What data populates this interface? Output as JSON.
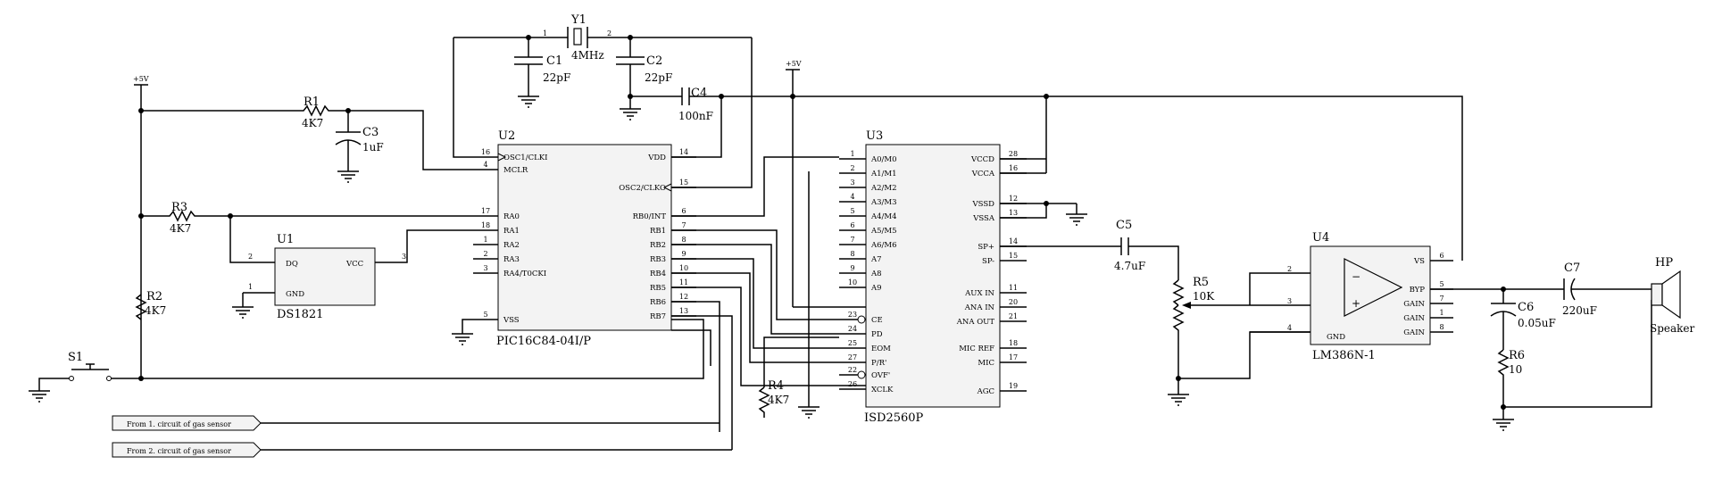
{
  "u2": {
    "ref": "U2",
    "part": "PIC16C84-04I/P",
    "pins_left": [
      {
        "num": "16",
        "name": "OSC1/CLKI"
      },
      {
        "num": "4",
        "name": "MCLR"
      },
      {
        "num": "17",
        "name": "RA0"
      },
      {
        "num": "18",
        "name": "RA1"
      },
      {
        "num": "1",
        "name": "RA2"
      },
      {
        "num": "2",
        "name": "RA3"
      },
      {
        "num": "3",
        "name": "RA4/T0CKI"
      },
      {
        "num": "5",
        "name": "VSS"
      }
    ],
    "pins_right": [
      {
        "num": "14",
        "name": "VDD"
      },
      {
        "num": "15",
        "name": "OSC2/CLKO"
      },
      {
        "num": "6",
        "name": "RB0/INT"
      },
      {
        "num": "7",
        "name": "RB1"
      },
      {
        "num": "8",
        "name": "RB2"
      },
      {
        "num": "9",
        "name": "RB3"
      },
      {
        "num": "10",
        "name": "RB4"
      },
      {
        "num": "11",
        "name": "RB5"
      },
      {
        "num": "12",
        "name": "RB6"
      },
      {
        "num": "13",
        "name": "RB7"
      }
    ]
  },
  "u3": {
    "ref": "U3",
    "part": "ISD2560P",
    "pins_left": [
      {
        "num": "1",
        "name": "A0/M0"
      },
      {
        "num": "2",
        "name": "A1/M1"
      },
      {
        "num": "3",
        "name": "A2/M2"
      },
      {
        "num": "4",
        "name": "A3/M3"
      },
      {
        "num": "5",
        "name": "A4/M4"
      },
      {
        "num": "6",
        "name": "A5/M5"
      },
      {
        "num": "7",
        "name": "A6/M6"
      },
      {
        "num": "8",
        "name": "A7"
      },
      {
        "num": "9",
        "name": "A8"
      },
      {
        "num": "10",
        "name": "A9"
      },
      {
        "num": "23",
        "name": "CE"
      },
      {
        "num": "24",
        "name": "PD"
      },
      {
        "num": "25",
        "name": "EOM"
      },
      {
        "num": "27",
        "name": "P/R'"
      },
      {
        "num": "22",
        "name": "OVF'"
      },
      {
        "num": "26",
        "name": "XCLK"
      }
    ],
    "pins_right": [
      {
        "num": "28",
        "name": "VCCD"
      },
      {
        "num": "16",
        "name": "VCCA"
      },
      {
        "num": "12",
        "name": "VSSD"
      },
      {
        "num": "13",
        "name": "VSSA"
      },
      {
        "num": "14",
        "name": "SP+"
      },
      {
        "num": "15",
        "name": "SP-"
      },
      {
        "num": "11",
        "name": "AUX IN"
      },
      {
        "num": "20",
        "name": "ANA IN"
      },
      {
        "num": "21",
        "name": "ANA OUT"
      },
      {
        "num": "18",
        "name": "MIC REF"
      },
      {
        "num": "17",
        "name": "MIC"
      },
      {
        "num": "19",
        "name": "AGC"
      }
    ]
  },
  "u4": {
    "ref": "U4",
    "part": "LM386N-1",
    "pins_left": [
      {
        "num": "2",
        "name": "−"
      },
      {
        "num": "3",
        "name": "+"
      },
      {
        "num": "4",
        "name": "GND"
      }
    ],
    "pins_right": [
      {
        "num": "6",
        "name": "VS"
      },
      {
        "num": "5",
        "name": "BYP"
      },
      {
        "num": "7",
        "name": "GAIN"
      },
      {
        "num": "1",
        "name": "GAIN"
      },
      {
        "num": "8",
        "name": "GAIN"
      }
    ]
  },
  "u1": {
    "ref": "U1",
    "part": "DS1821",
    "pins": [
      {
        "num": "2",
        "name": "DQ"
      },
      {
        "num": "1",
        "name": "GND"
      },
      {
        "num": "3",
        "name": "VCC"
      }
    ]
  },
  "y1": {
    "ref": "Y1",
    "value": "4MHz",
    "pin1": "1",
    "pin2": "2"
  },
  "passives": {
    "c1": {
      "ref": "C1",
      "value": "22pF"
    },
    "c2": {
      "ref": "C2",
      "value": "22pF"
    },
    "c3": {
      "ref": "C3",
      "value": "1uF"
    },
    "c4": {
      "ref": "C4",
      "value": "100nF"
    },
    "c5": {
      "ref": "C5",
      "value": "4.7uF"
    },
    "c6": {
      "ref": "C6",
      "value": "0.05uF"
    },
    "c7": {
      "ref": "C7",
      "value": "220uF"
    },
    "r1": {
      "ref": "R1",
      "value": "4K7"
    },
    "r2": {
      "ref": "R2",
      "value": "4K7"
    },
    "r3": {
      "ref": "R3",
      "value": "4K7"
    },
    "r4": {
      "ref": "R4",
      "value": "4K7"
    },
    "r5": {
      "ref": "R5",
      "value": "10K"
    },
    "r6": {
      "ref": "R6",
      "value": "10"
    }
  },
  "s1": {
    "ref": "S1"
  },
  "power": {
    "vcc1": "+5V",
    "vcc2": "+5V"
  },
  "speaker": {
    "ref": "HP",
    "label": "Speaker"
  },
  "ports": {
    "p1": "From 1. circuit of gas sensor",
    "p2": "From 2. circuit of gas sensor"
  }
}
